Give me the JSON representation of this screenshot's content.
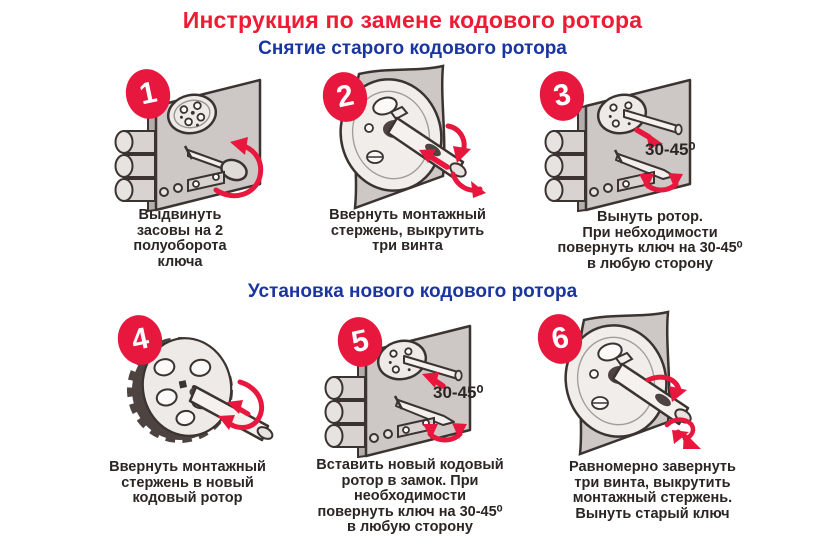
{
  "page": {
    "title": "Инструкция по замене кодового ротора",
    "colors": {
      "title_red": "#ed1b34",
      "heading_blue": "#1b35a0",
      "accent_red": "#e8173d",
      "text_dark": "#2b2523",
      "metal_gray": "#cdc8c5"
    }
  },
  "sections": [
    {
      "heading": "Снятие старого кодового ротора",
      "steps": [
        {
          "number": "1",
          "caption": "Выдвинуть\nзасовы на 2\nполуоборота\nключа"
        },
        {
          "number": "2",
          "caption": "Ввернуть монтажный\nстержень, выкрутить\nтри винта"
        },
        {
          "number": "3",
          "caption": "Вынуть ротор.\nПри небходимости\nповернуть ключ на 30-45⁰\nв любую сторону",
          "angle_label": "30-45⁰"
        }
      ]
    },
    {
      "heading": "Установка нового кодового ротора",
      "steps": [
        {
          "number": "4",
          "caption": "Ввернуть монтажный\nстержень в новый\nкодовый ротор"
        },
        {
          "number": "5",
          "caption": "Вставить новый кодовый\nротор в замок. При\nнеобходимости\nповернуть ключ на 30-45⁰\nв любую сторону",
          "angle_label": "30-45⁰"
        },
        {
          "number": "6",
          "caption": "Равномерно завернуть\nтри винта, выкрутить\nмонтажный стержень.\nВынуть старый ключ"
        }
      ]
    }
  ]
}
